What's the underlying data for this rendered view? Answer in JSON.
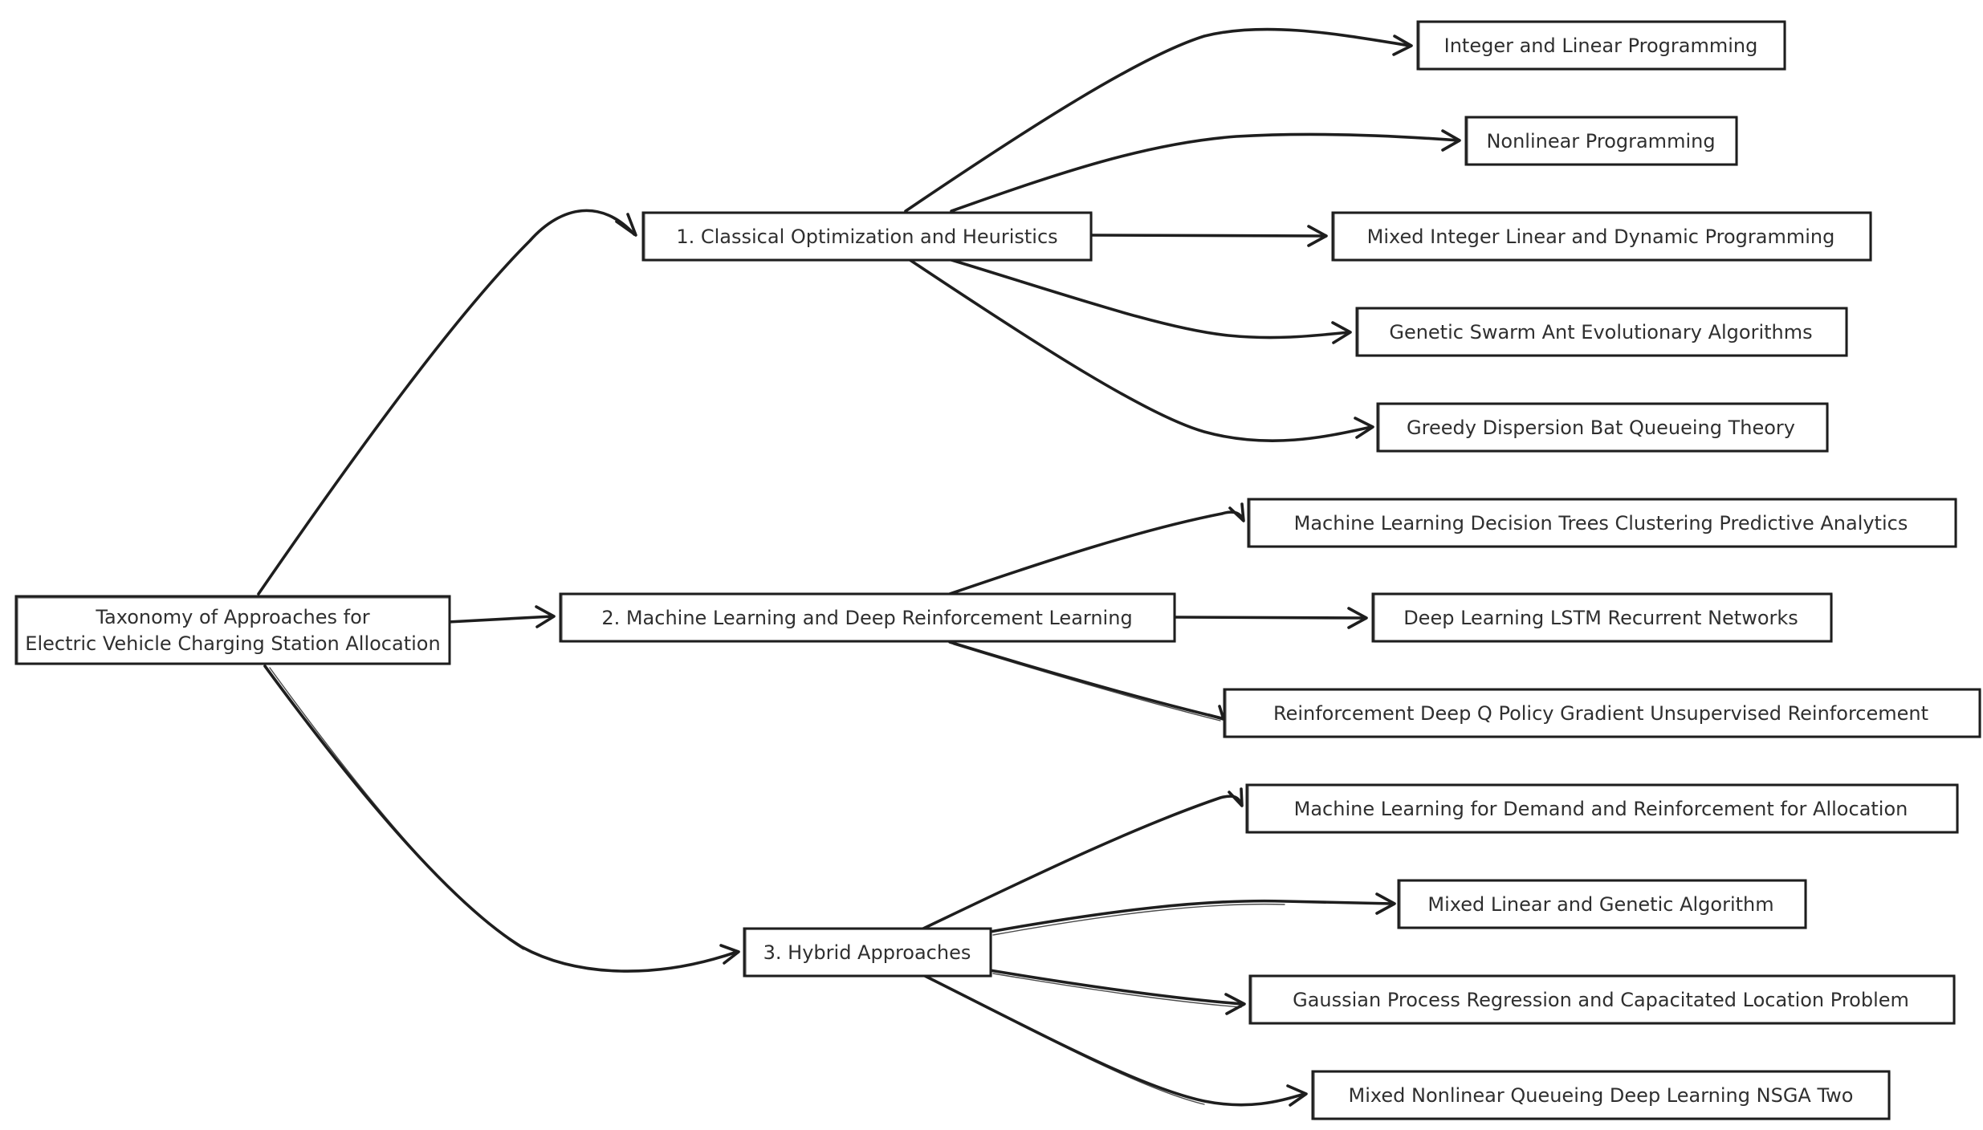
{
  "root": {
    "line1": "Taxonomy of Approaches for",
    "line2": "Electric Vehicle Charging Station Allocation"
  },
  "categories": [
    {
      "label": "1. Classical Optimization and Heuristics",
      "children": [
        "Integer and Linear Programming",
        "Nonlinear Programming",
        "Mixed Integer Linear and Dynamic Programming",
        "Genetic Swarm Ant Evolutionary Algorithms",
        "Greedy Dispersion Bat Queueing Theory"
      ]
    },
    {
      "label": "2. Machine Learning and Deep Reinforcement Learning",
      "children": [
        "Machine Learning Decision Trees Clustering Predictive Analytics",
        "Deep Learning LSTM Recurrent Networks",
        "Reinforcement Deep Q Policy Gradient Unsupervised Reinforcement"
      ]
    },
    {
      "label": "3. Hybrid Approaches",
      "children": [
        "Machine Learning for Demand and Reinforcement for Allocation",
        "Mixed Linear and Genetic Algorithm",
        "Gaussian Process Regression and Capacitated Location Problem",
        "Mixed Nonlinear Queueing Deep Learning NSGA Two"
      ]
    }
  ]
}
